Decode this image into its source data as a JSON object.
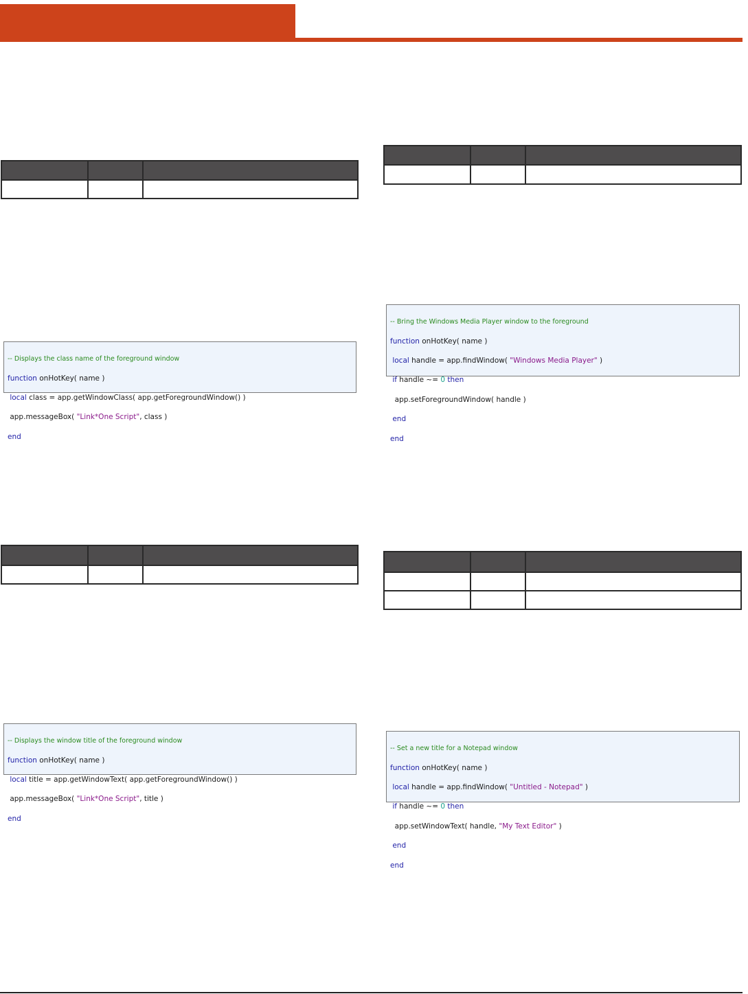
{
  "colors": {
    "accent": "#cd431b",
    "table_header": "#4e4c4d",
    "code_bg": "#eef4fc"
  },
  "code_blocks": {
    "getWindowClass": {
      "comment": "-- Displays the class name of the foreground window",
      "l1_kw": "function",
      "l1_rest": " onHotKey( name )",
      "l2_kw": " local",
      "l2_rest": " class = app.getWindowClass( app.getForegroundWindow() )",
      "l3_pre": " app.messageBox( ",
      "l3_str": "\"Link*One Script\"",
      "l3_post": ", class )",
      "l4_kw": "end"
    },
    "getWindowText": {
      "comment": "-- Displays the window title of the foreground window",
      "l1_kw": "function",
      "l1_rest": " onHotKey( name )",
      "l2_kw": " local",
      "l2_rest": " title = app.getWindowText( app.getForegroundWindow() )",
      "l3_pre": " app.messageBox( ",
      "l3_str": "\"Link*One Script\"",
      "l3_post": ", title )",
      "l4_kw": "end"
    },
    "setForegroundWindow": {
      "comment": "-- Bring the Windows Media Player window to the foreground",
      "l1_kw": "function",
      "l1_rest": " onHotKey( name )",
      "l2_kw": " local",
      "l2_rest": " handle = app.findWindow( ",
      "l2_str": "\"Windows Media Player\"",
      "l2_post": " )",
      "l3_kw": " if",
      "l3_rest": " handle ~= ",
      "l3_num": "0",
      "l3_kw2": " then",
      "l4": "  app.setForegroundWindow( handle )",
      "l5_kw": " end",
      "l6_kw": "end"
    },
    "setWindowText": {
      "comment": "-- Set a new title for a Notepad window",
      "l1_kw": "function",
      "l1_rest": " onHotKey( name )",
      "l2_kw": " local",
      "l2_rest": " handle = app.findWindow( ",
      "l2_str": "\"Untitled - Notepad\"",
      "l2_post": " )",
      "l3_kw": " if",
      "l3_rest": " handle ~= ",
      "l3_num": "0",
      "l3_kw2": " then",
      "l4_pre": "  app.setWindowText( handle, ",
      "l4_str": "\"My Text Editor\"",
      "l4_post": " )",
      "l5_kw": " end",
      "l6_kw": "end"
    }
  }
}
